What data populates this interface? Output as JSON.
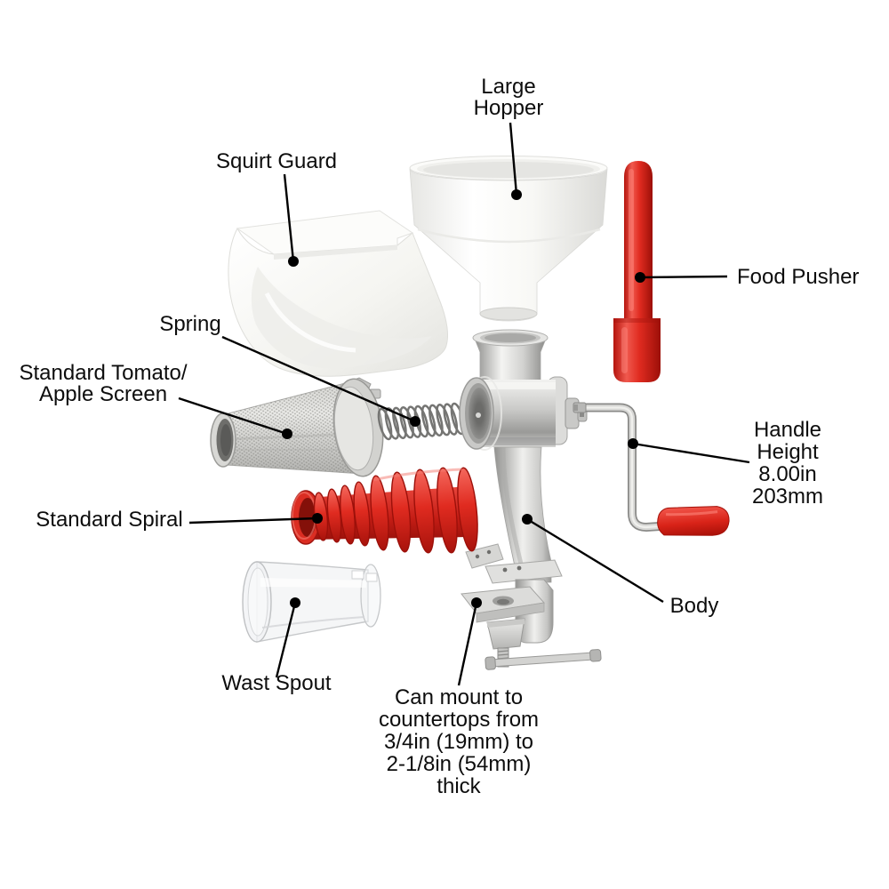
{
  "colors": {
    "background": "#ffffff",
    "label_text": "#0d0d0d",
    "leader_line": "#000000",
    "red_plastic": "#e02b20",
    "chrome_metal": "#c9c9c7",
    "white_plastic": "#f8f8f6"
  },
  "labels": {
    "large_hopper": {
      "lines": [
        "Large",
        "Hopper"
      ]
    },
    "squirt_guard": {
      "lines": [
        "Squirt Guard"
      ]
    },
    "food_pusher": {
      "lines": [
        "Food Pusher"
      ]
    },
    "spring": {
      "lines": [
        "Spring"
      ]
    },
    "tomato_screen": {
      "lines": [
        "Standard Tomato/",
        "Apple Screen"
      ]
    },
    "handle_height": {
      "lines": [
        "Handle",
        "Height",
        "8.00in",
        "203mm"
      ]
    },
    "standard_spiral": {
      "lines": [
        "Standard Spiral"
      ]
    },
    "body": {
      "lines": [
        "Body"
      ]
    },
    "wast_spout": {
      "lines": [
        "Wast Spout"
      ]
    },
    "mount_note": {
      "lines": [
        "Can mount to",
        "countertops from",
        "3/4in (19mm) to",
        "2-1/8in (54mm)",
        "thick"
      ]
    }
  }
}
